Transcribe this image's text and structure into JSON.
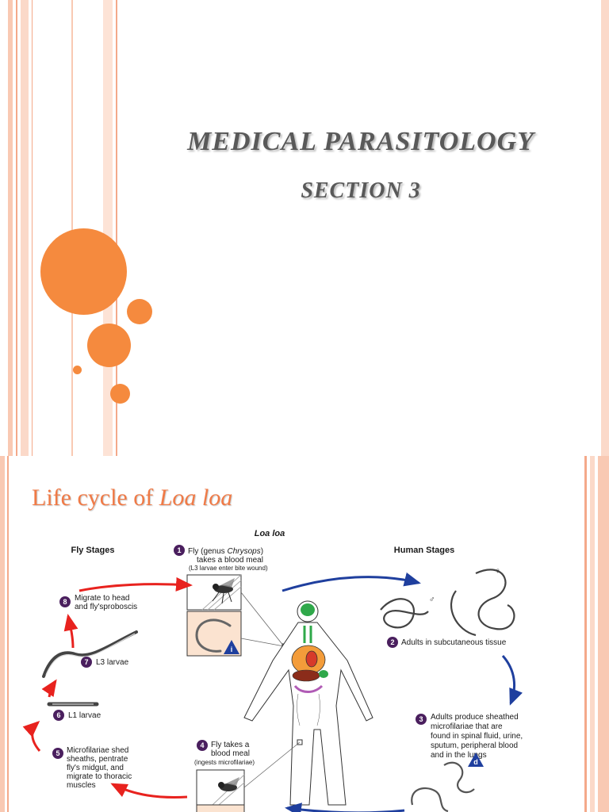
{
  "slide1": {
    "title": "MEDICAL PARASITOLOGY",
    "subtitle": "SECTION 3"
  },
  "slide2": {
    "heading_prefix": "Life cycle of ",
    "heading_italic": "Loa loa",
    "diagram": {
      "title": "Loa loa",
      "fly_stages_label": "Fly Stages",
      "human_stages_label": "Human Stages",
      "step1": {
        "number": "1",
        "line1_a": "Fly (genus ",
        "line1_b": "Chrysops",
        "line1_c": ")",
        "line2": "takes a blood meal",
        "line3": "(L3 larvae enter bite wound)"
      },
      "step2": {
        "number": "2",
        "text": "Adults in subcutaneous tissue"
      },
      "step3": {
        "number": "3",
        "lines": [
          "Adults produce sheathed",
          "microfilariae that are",
          "found in spinal fluid, urine,",
          "sputum, peripheral blood",
          "and in the lungs"
        ]
      },
      "step4": {
        "number": "4",
        "lines": [
          "Fly takes a",
          "blood meal"
        ],
        "note": "(ingests microfilariae)"
      },
      "step5": {
        "number": "5",
        "lines": [
          "Microfilariae shed",
          "sheaths, pentrate",
          "fly's midgut, and",
          "migrate to thoracic",
          "muscles"
        ]
      },
      "step6": {
        "number": "6",
        "text": "L1 larvae"
      },
      "step7": {
        "number": "7",
        "text": "L3 larvae"
      },
      "step8": {
        "number": "8",
        "lines": [
          "Migrate to head",
          "and fly'sproboscis"
        ]
      },
      "stage_marker_infective": "i",
      "stage_marker_diagnostic": "d",
      "male_symbol": "♂",
      "female_symbol": "♀"
    }
  },
  "colors": {
    "accent_orange": "#f58a3e",
    "heading_orange": "#f07a46",
    "stripe_peach": "#f9c9b3",
    "human_arrow_blue": "#1f3f9e",
    "fly_arrow_red": "#e8221e",
    "step_badge": "#4a1f5e"
  },
  "icons": [
    "fly-icon",
    "worm-icon",
    "human-figure-icon"
  ]
}
